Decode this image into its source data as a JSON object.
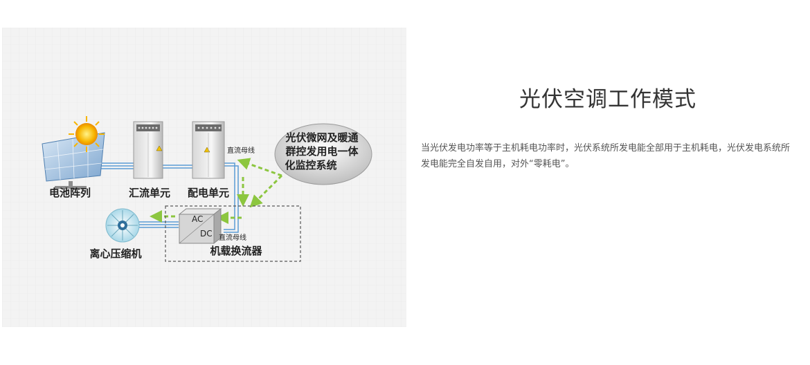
{
  "title": "光伏空调工作模式",
  "description": "当光伏发电功率等于主机耗电功率时，光伏系统所发电能全部用于主机耗电，光伏发电系统所发电能完全自发自用，对外“零耗电”。",
  "diagram": {
    "solar_array_label": "电池阵列",
    "combiner_label": "汇流单元",
    "distribution_label": "配电单元",
    "compressor_label": "离心压缩机",
    "converter_label": "机载换流器",
    "dc_bus_label_top": "直流母线",
    "dc_bus_label_bottom": "直流母线",
    "monitor_line1": "光伏微网及暖通",
    "monitor_line2": "群控发用电一体",
    "monitor_line3": "化监控系统",
    "ac_text": "AC",
    "dc_text": "DC"
  },
  "colors": {
    "line_blue": "#5b9bd5",
    "arrow_green": "#8cc63f",
    "panel_bg": "#f3f3f3"
  }
}
